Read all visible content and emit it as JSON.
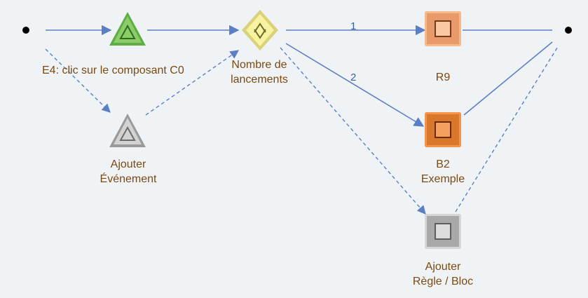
{
  "nodes": {
    "event": {
      "label": "E4: clic sur le composant C0",
      "color": "#8ccd6a"
    },
    "add_event": {
      "line1": "Ajouter",
      "line2": "Événement",
      "color": "#c8c8c8"
    },
    "decision": {
      "line1": "Nombre de",
      "line2": "lancements",
      "color": "#f7f3a0"
    },
    "rule_r9": {
      "label": "R9",
      "color": "#f6b98a"
    },
    "block_b2": {
      "line1": "B2",
      "line2": "Exemple",
      "color": "#f3944a"
    },
    "add_rule": {
      "line1": "Ajouter",
      "line2": "Règle / Bloc",
      "color": "#c8c8c8"
    }
  },
  "edge_labels": {
    "branch1": "1",
    "branch2": "2"
  },
  "colors": {
    "edge": "#5b7fc4",
    "label": "#7a4a12",
    "background": "#f0f3f6"
  }
}
